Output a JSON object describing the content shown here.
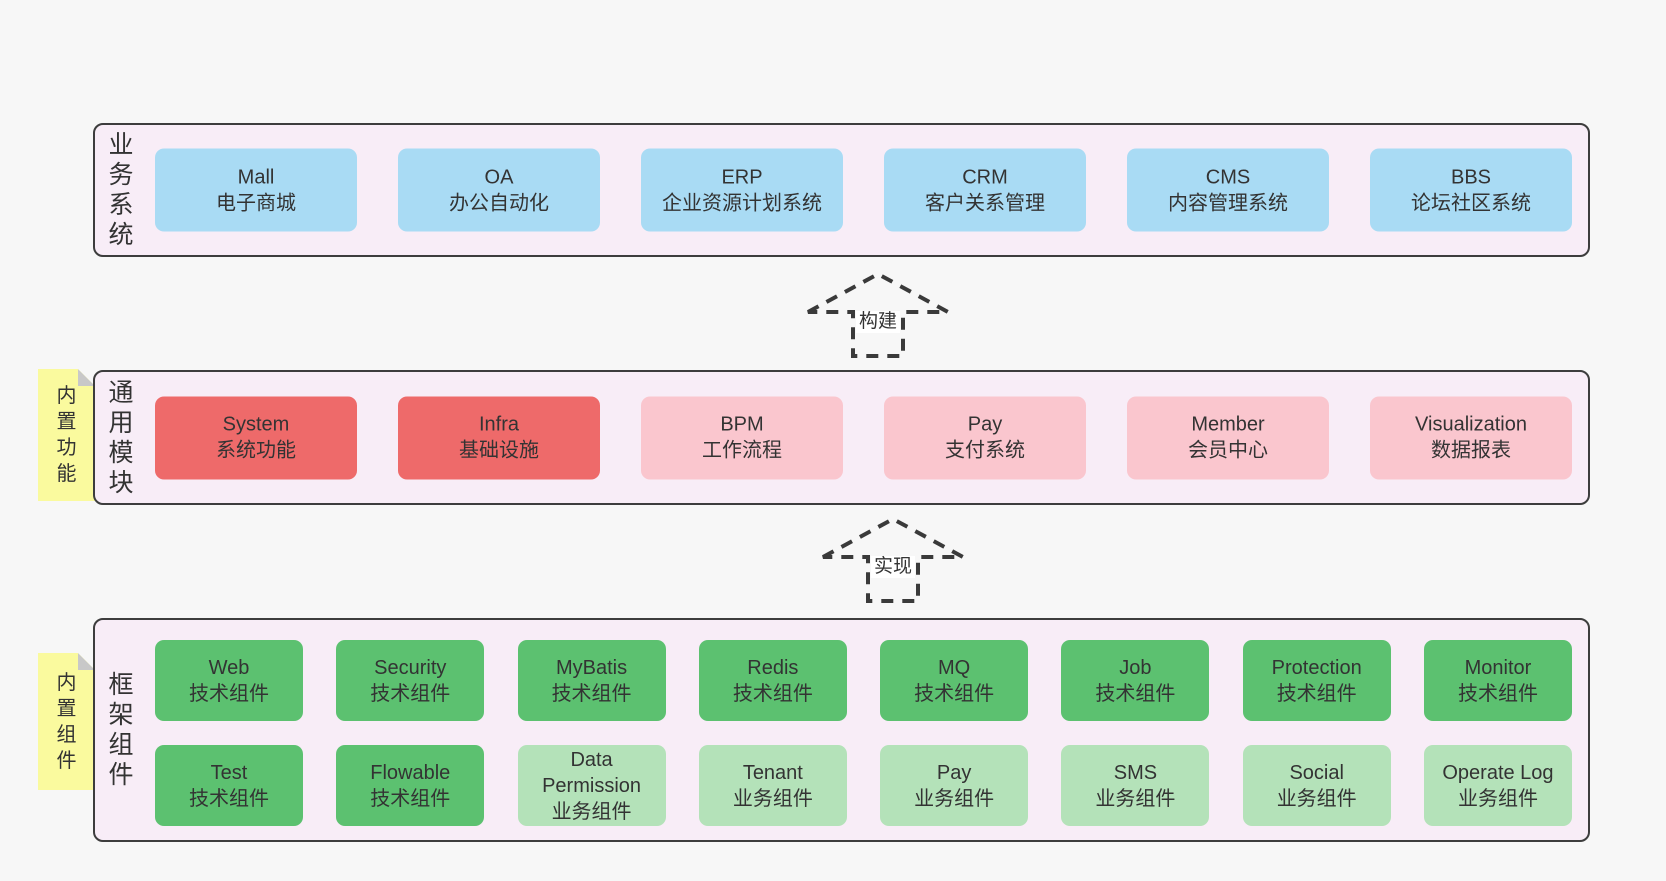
{
  "diagram": {
    "colors": {
      "page_bg": "#f7f7f7",
      "band_bg": "#f8edf7",
      "band_border": "#3d3d3d",
      "blue_node": "#a9dbf4",
      "red_node": "#ee6a6a",
      "pink_node": "#fac6ce",
      "green_node": "#5cc170",
      "light_green_node": "#b4e2b9",
      "sticky_bg": "#fafa9e",
      "sticky_fold": "#c8c8c8",
      "text": "#333333"
    },
    "arrows": {
      "build": {
        "label": "构建"
      },
      "implement": {
        "label": "实现"
      }
    },
    "stickies": {
      "features": {
        "label": "内置功能"
      },
      "components": {
        "label": "内置组件"
      }
    },
    "business": {
      "label": "业务系统",
      "nodes": [
        {
          "title": "Mall",
          "subtitle": "电子商城"
        },
        {
          "title": "OA",
          "subtitle": "办公自动化"
        },
        {
          "title": "ERP",
          "subtitle": "企业资源计划系统"
        },
        {
          "title": "CRM",
          "subtitle": "客户关系管理"
        },
        {
          "title": "CMS",
          "subtitle": "内容管理系统"
        },
        {
          "title": "BBS",
          "subtitle": "论坛社区系统"
        }
      ]
    },
    "modules": {
      "label": "通用模块",
      "nodes": [
        {
          "title": "System",
          "subtitle": "系统功能"
        },
        {
          "title": "Infra",
          "subtitle": "基础设施"
        },
        {
          "title": "BPM",
          "subtitle": "工作流程"
        },
        {
          "title": "Pay",
          "subtitle": "支付系统"
        },
        {
          "title": "Member",
          "subtitle": "会员中心"
        },
        {
          "title": "Visualization",
          "subtitle": "数据报表"
        }
      ]
    },
    "framework": {
      "label": "框架组件",
      "row1": [
        {
          "title": "Web",
          "subtitle": "技术组件"
        },
        {
          "title": "Security",
          "subtitle": "技术组件"
        },
        {
          "title": "MyBatis",
          "subtitle": "技术组件"
        },
        {
          "title": "Redis",
          "subtitle": "技术组件"
        },
        {
          "title": "MQ",
          "subtitle": "技术组件"
        },
        {
          "title": "Job",
          "subtitle": "技术组件"
        },
        {
          "title": "Protection",
          "subtitle": "技术组件"
        },
        {
          "title": "Monitor",
          "subtitle": "技术组件"
        }
      ],
      "row2": [
        {
          "title": "Test",
          "subtitle": "技术组件"
        },
        {
          "title": "Flowable",
          "subtitle": "技术组件"
        },
        {
          "title": "Data Permission",
          "subtitle": "业务组件"
        },
        {
          "title": "Tenant",
          "subtitle": "业务组件"
        },
        {
          "title": "Pay",
          "subtitle": "业务组件"
        },
        {
          "title": "SMS",
          "subtitle": "业务组件"
        },
        {
          "title": "Social",
          "subtitle": "业务组件"
        },
        {
          "title": "Operate Log",
          "subtitle": "业务组件"
        }
      ]
    }
  }
}
